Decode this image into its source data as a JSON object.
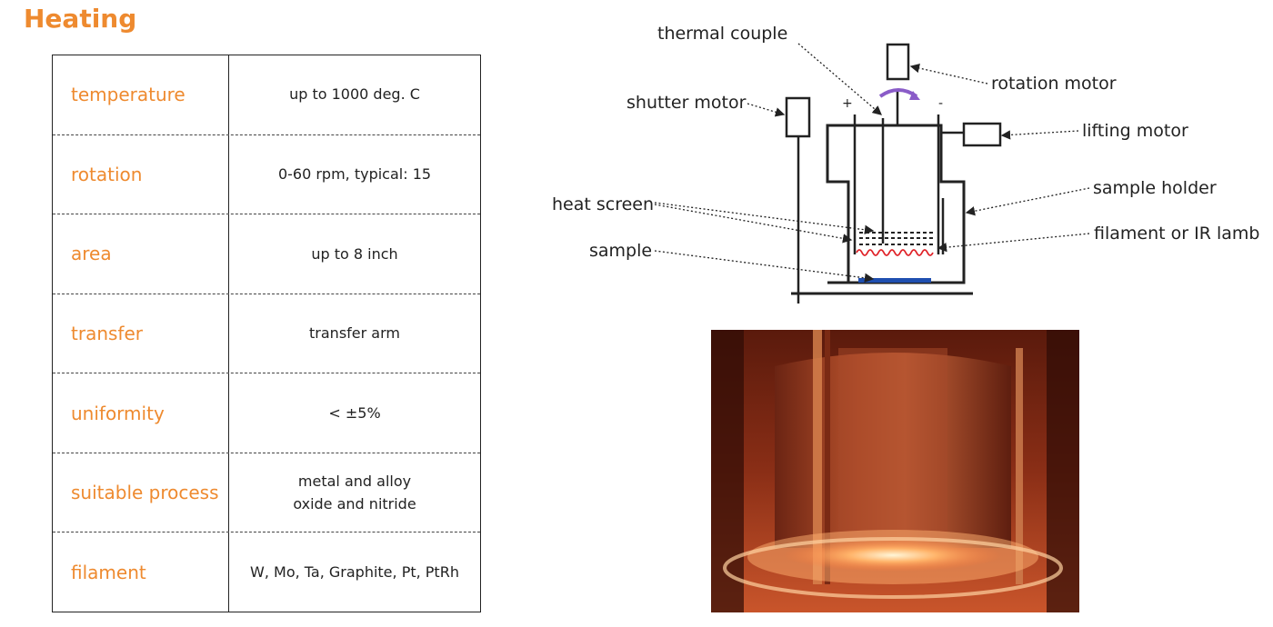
{
  "page": {
    "title": "Heating"
  },
  "specs": [
    {
      "key": "temperature",
      "value_lines": [
        "up to 1000 deg. C"
      ]
    },
    {
      "key": "rotation",
      "value_lines": [
        "0-60 rpm, typical: 15"
      ]
    },
    {
      "key": "area",
      "value_lines": [
        "up to 8 inch"
      ]
    },
    {
      "key": "transfer",
      "value_lines": [
        "transfer arm"
      ]
    },
    {
      "key": "uniformity",
      "value_lines": [
        "< ±5%"
      ]
    },
    {
      "key": "suitable process",
      "value_lines": [
        "metal and alloy",
        "oxide and nitride"
      ]
    },
    {
      "key": "filament",
      "value_lines": [
        "W, Mo, Ta, Graphite, Pt, PtRh"
      ]
    }
  ],
  "diagram": {
    "labels": {
      "thermal_couple": "thermal couple",
      "rotation_motor": "rotation motor",
      "shutter_motor": "shutter motor",
      "lifting_motor": "lifting motor",
      "sample_holder": "sample holder",
      "heat_screen": "heat screen",
      "filament": "filament or IR lamb",
      "sample": "sample",
      "plus": "+",
      "minus": "-"
    },
    "colors": {
      "filament": "#e0242a",
      "sample": "#1f4fb0",
      "rotation_arrow": "#8a5cc8"
    }
  },
  "photo": {
    "subject": "heater-glow-photo"
  }
}
